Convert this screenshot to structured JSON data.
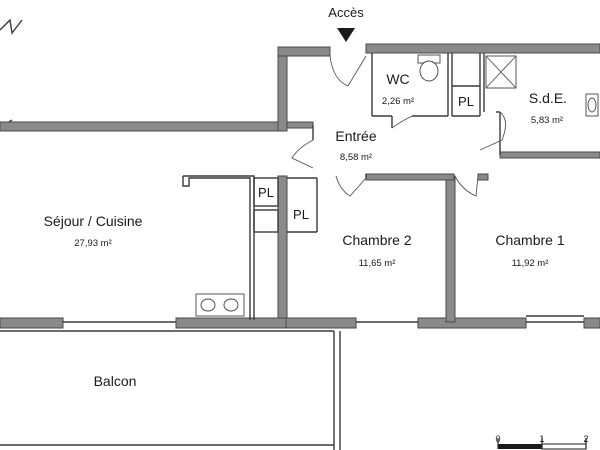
{
  "access": {
    "label": "Accès"
  },
  "rooms": {
    "entree": {
      "name": "Entrée",
      "area": "8,58 m²"
    },
    "wc": {
      "name": "WC",
      "area": "2,26 m²"
    },
    "sde": {
      "name": "S.d.E.",
      "area": "5,83 m²"
    },
    "sejour": {
      "name": "Séjour / Cuisine",
      "area": "27,93 m²"
    },
    "chambre2": {
      "name": "Chambre 2",
      "area": "11,65 m²"
    },
    "chambre1": {
      "name": "Chambre 1",
      "area": "11,92 m²"
    },
    "balcon": {
      "name": "Balcon"
    }
  },
  "placards": {
    "pl1": "PL",
    "pl2": "PL",
    "pl3": "PL"
  },
  "compass": {
    "mark": "N"
  },
  "scale": {
    "ticks": [
      "0",
      "1",
      "2"
    ]
  }
}
